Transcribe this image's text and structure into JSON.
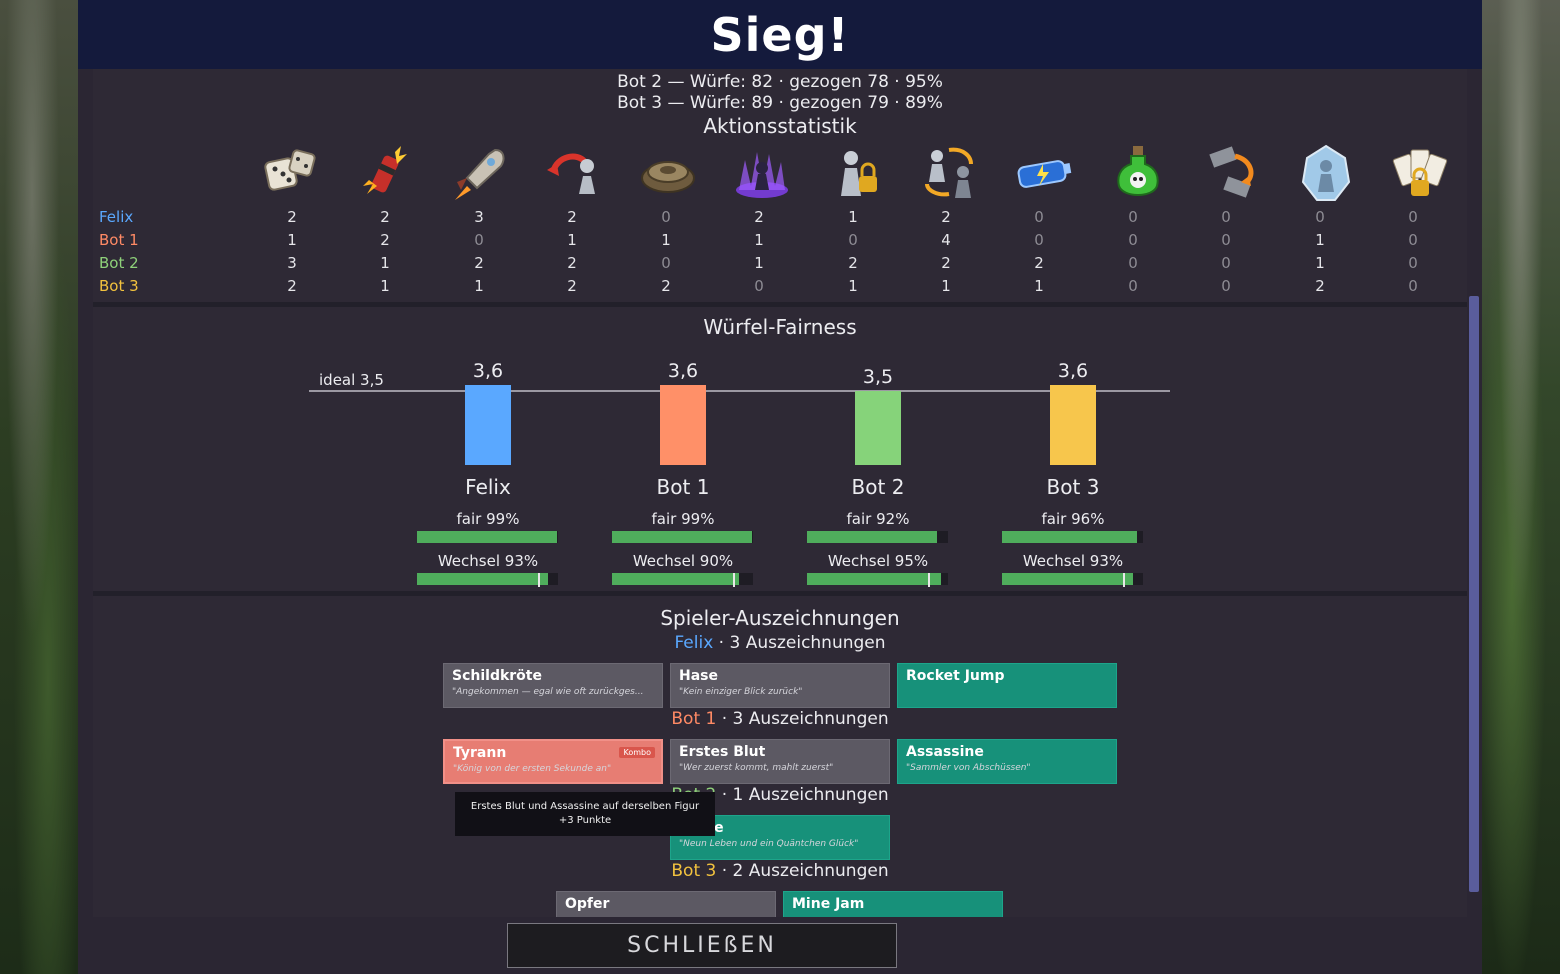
{
  "title": "Sieg!",
  "throw_stats": [
    "Bot 2 — Würfe: 82 · gezogen 78 · 95%",
    "Bot 3 — Würfe: 89 · gezogen 79 · 89%"
  ],
  "action_stats": {
    "title": "Aktionsstatistik",
    "icons": [
      "dice-icon",
      "dynamite-icon",
      "rocket-icon",
      "pawn-knockback-icon",
      "mine-icon",
      "portal-pawn-icon",
      "pawn-lock-icon",
      "pawn-swap-icon",
      "battery-icon",
      "poison-potion-icon",
      "teleport-arrow-icon",
      "ice-pawn-icon",
      "card-lock-icon"
    ],
    "rows": [
      {
        "name": "Felix",
        "color": "#5aa8ff",
        "values": [
          2,
          2,
          3,
          2,
          0,
          2,
          1,
          2,
          0,
          0,
          0,
          0,
          0
        ]
      },
      {
        "name": "Bot 1",
        "color": "#ff8a65",
        "values": [
          1,
          2,
          0,
          1,
          1,
          1,
          0,
          4,
          0,
          0,
          0,
          1,
          0
        ]
      },
      {
        "name": "Bot 2",
        "color": "#8fd17a",
        "values": [
          3,
          1,
          2,
          2,
          0,
          1,
          2,
          2,
          2,
          0,
          0,
          1,
          0
        ]
      },
      {
        "name": "Bot 3",
        "color": "#f2c23e",
        "values": [
          2,
          1,
          1,
          2,
          2,
          0,
          1,
          1,
          1,
          0,
          0,
          2,
          0
        ]
      }
    ]
  },
  "fairness": {
    "title": "Würfel-Fairness",
    "ideal_label": "ideal 3,5",
    "ideal": 3.5,
    "players": [
      {
        "name": "Felix",
        "avg": "3,6",
        "avg_value": 3.6,
        "color": "#5aa8ff",
        "fair_label": "fair 99%",
        "fair": 0.99,
        "switch_label": "Wechsel 93%",
        "switch": 0.93
      },
      {
        "name": "Bot 1",
        "avg": "3,6",
        "avg_value": 3.6,
        "color": "#ff9068",
        "fair_label": "fair 99%",
        "fair": 0.99,
        "switch_label": "Wechsel 90%",
        "switch": 0.9
      },
      {
        "name": "Bot 2",
        "avg": "3,5",
        "avg_value": 3.5,
        "color": "#86d37a",
        "fair_label": "fair 92%",
        "fair": 0.92,
        "switch_label": "Wechsel 95%",
        "switch": 0.95
      },
      {
        "name": "Bot 3",
        "avg": "3,6",
        "avg_value": 3.6,
        "color": "#f7c64c",
        "fair_label": "fair 96%",
        "fair": 0.96,
        "switch_label": "Wechsel 93%",
        "switch": 0.93
      }
    ]
  },
  "awards": {
    "title": "Spieler-Auszeichnungen",
    "groups": [
      {
        "name": "Felix",
        "color": "#5aa8ff",
        "summary": " · 3 Auszeichnungen",
        "cards": [
          {
            "title": "Schildkröte",
            "desc": "\"Angekommen — egal wie oft zurückges...",
            "style": "grey"
          },
          {
            "title": "Hase",
            "desc": "\"Kein einziger Blick zurück\"",
            "style": "grey"
          },
          {
            "title": "Rocket Jump",
            "desc": "",
            "style": "teal"
          }
        ]
      },
      {
        "name": "Bot 1",
        "color": "#ff8a65",
        "summary": " · 3 Auszeichnungen",
        "cards": [
          {
            "title": "Tyrann",
            "desc": "\"König von der ersten Sekunde an\"",
            "style": "red",
            "badge": "Kombo"
          },
          {
            "title": "Erstes Blut",
            "desc": "\"Wer zuerst kommt, mahlt zuerst\"",
            "style": "grey"
          },
          {
            "title": "Assassine",
            "desc": "\"Sammler von Abschüssen\"",
            "style": "teal"
          }
        ]
      },
      {
        "name": "Bot 2",
        "color": "#8fd17a",
        "summary": " · 1 Auszeichnungen",
        "cards": [
          {
            "title": "Katze",
            "desc": "\"Neun Leben und ein Quäntchen Glück\"",
            "style": "teal"
          }
        ]
      },
      {
        "name": "Bot 3",
        "color": "#f2c23e",
        "summary": " · 2 Auszeichnungen",
        "cards": [
          {
            "title": "Opfer",
            "desc": "",
            "style": "grey"
          },
          {
            "title": "Mine Jam",
            "desc": "",
            "style": "teal"
          }
        ]
      }
    ],
    "tooltip_line1": "Erstes Blut und Assassine auf derselben Figur",
    "tooltip_line2": "+3 Punkte"
  },
  "close_label": "SCHLIEßEN"
}
